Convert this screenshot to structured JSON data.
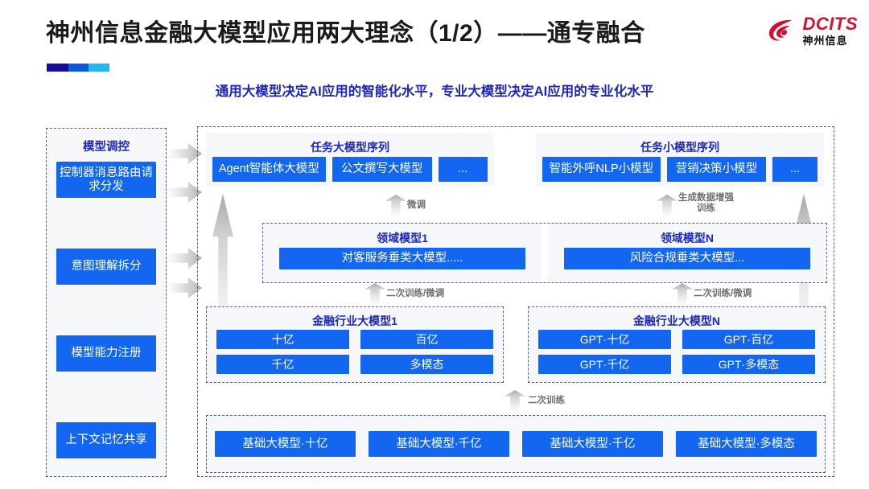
{
  "header": {
    "title": "神州信息金融大模型应用两大理念（1/2）——通专融合",
    "subtitle": "通用大模型决定AI应用的智能化水平，专业大模型决定AI应用的专业化水平",
    "logo_en": "DCITS",
    "logo_cn": "神州信息",
    "accent_navy": "#180c9e",
    "accent_blue": "#0b57e0",
    "accent_cyan": "#22b7ef",
    "brand_red": "#d31030",
    "box_blue": "#1266ef",
    "heading_blue": "#1d27c0"
  },
  "rail": {
    "title": "模型调控",
    "items": [
      {
        "label": "控制器消息路由请求分发"
      },
      {
        "label": "意图理解拆分"
      },
      {
        "label": "模型能力注册"
      },
      {
        "label": "上下文记忆共享"
      }
    ]
  },
  "task_sequences": [
    {
      "title": "任务大模型序列",
      "models": [
        "Agent智能体大模型",
        "公文撰写大模型",
        "..."
      ]
    },
    {
      "title": "任务小模型序列",
      "models": [
        "智能外呼NLP小模型",
        "营销决策小模型",
        "..."
      ]
    }
  ],
  "domain_models": [
    {
      "title": "领域模型1",
      "model": "对客服务垂类大模型....."
    },
    {
      "title": "领域模型N",
      "model": "风险合规垂类大模型..."
    }
  ],
  "industry_models": [
    {
      "title": "金融行业大模型1",
      "items": [
        "十亿",
        "百亿",
        "千亿",
        "多模态"
      ]
    },
    {
      "title": "金融行业大模型N",
      "items": [
        "GPT·十亿",
        "GPT·百亿",
        "GPT·千亿",
        "GPT·多模态"
      ]
    }
  ],
  "base_models": {
    "items": [
      "基础大模型·十亿",
      "基础大模型·千亿",
      "基础大模型·千亿",
      "基础大模型·多模态"
    ]
  },
  "captions": {
    "fine_tune": "微调",
    "data_aug_line1": "生成数据增强",
    "data_aug_line2": "训练",
    "retrain_left": "二次训练/微调",
    "retrain_right": "二次训练/微调",
    "retrain_base": "二次训练"
  }
}
